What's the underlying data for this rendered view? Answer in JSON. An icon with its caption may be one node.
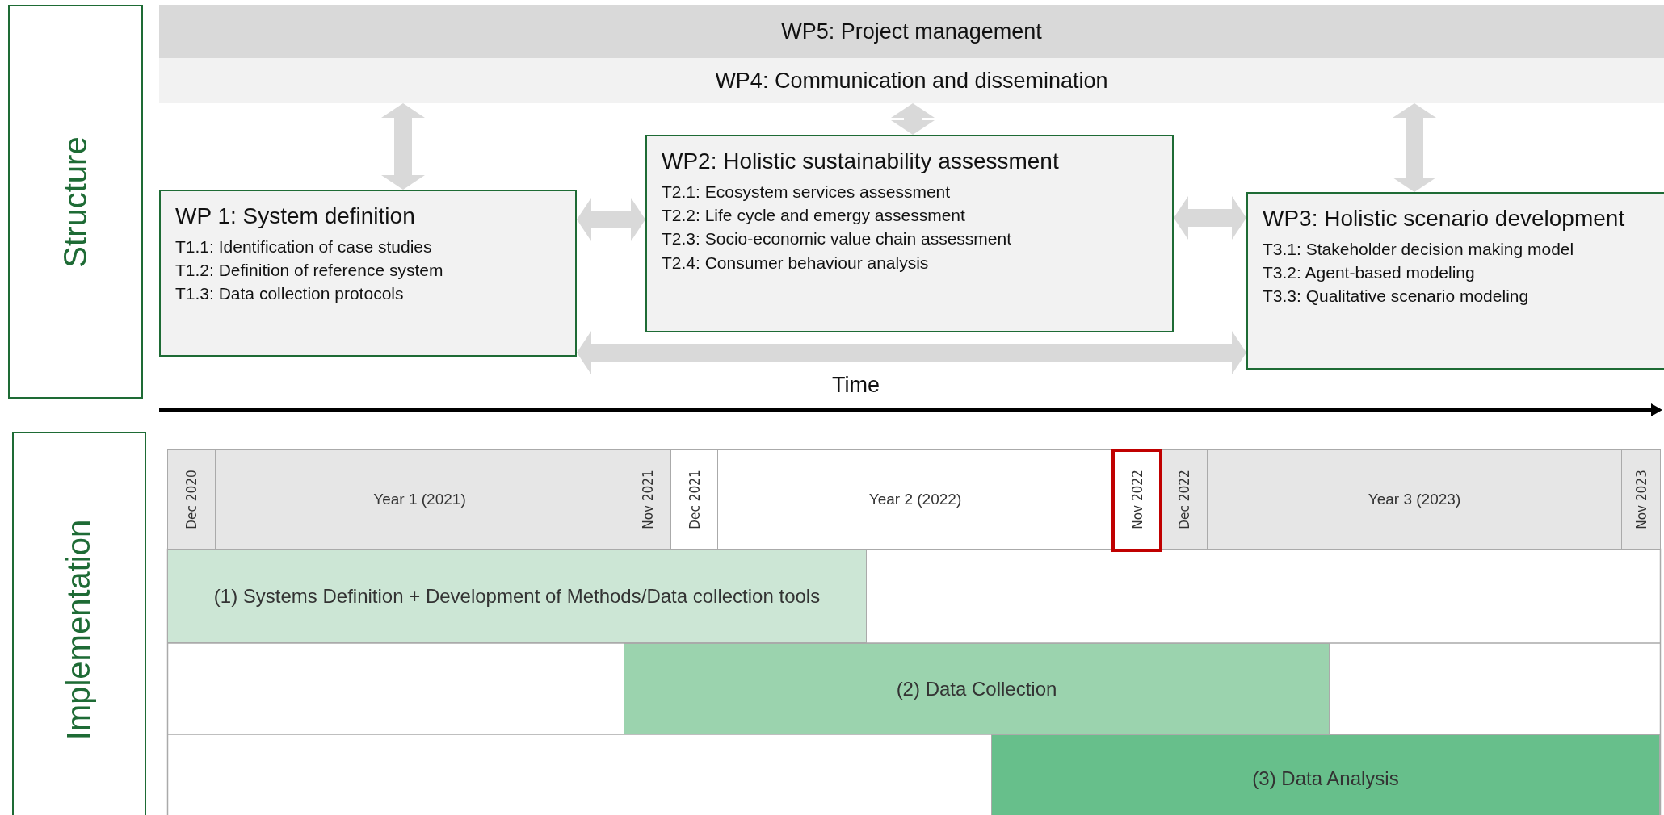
{
  "diagram": {
    "nodes": [
      {
        "text": [
          "Structure"
        ]
      },
      {
        "text": [
          "WP5: Project management"
        ]
      },
      {
        "text": [
          "WP4: Communication and dissemination"
        ]
      },
      {
        "text": [
          "WP 1: System definition",
          "T1.1: Identification of case studies",
          "T1.2: Definition of reference system",
          "T1.3: Data collection protocols"
        ]
      },
      {
        "text": [
          "WP2: Holistic sustainability assessment",
          "T2.1: Ecosystem services assessment",
          "T2.2: Life cycle and emergy assessment",
          "T2.3: Socio-economic value chain assessment",
          "T2.4: Consumer behaviour analysis"
        ]
      },
      {
        "text": [
          "WP3: Holistic scenario development",
          "T3.1: Stakeholder decision making model",
          "T3.2: Agent-based modeling",
          "T3.3: Qualitative scenario modeling"
        ]
      },
      {
        "text": [
          "Implementation"
        ]
      },
      {
        "text": [
          "(1) Systems Definition + Development of Methods/Data collection tools"
        ]
      },
      {
        "text": [
          "(2) Data Collection"
        ]
      },
      {
        "text": [
          "(3) Data Analysis"
        ]
      }
    ],
    "edges": [
      {
        "from": 2,
        "to": 3,
        "arrow": "both"
      },
      {
        "from": 2,
        "to": 4,
        "arrow": "both"
      },
      {
        "from": 2,
        "to": 5,
        "arrow": "both"
      },
      {
        "from": 3,
        "to": 4,
        "arrow": "both"
      },
      {
        "from": 4,
        "to": 5,
        "arrow": "both"
      },
      {
        "from": 3,
        "to": 5,
        "arrow": "both"
      }
    ],
    "labels": [
      "Time",
      "Dec 2020",
      "Year 1 (2021)",
      "Nov 2021",
      "Dec 2021",
      "Year 2 (2022)",
      "Nov 2022",
      "Dec 2022",
      "Year 3 (2023)",
      "Nov 2023"
    ]
  }
}
